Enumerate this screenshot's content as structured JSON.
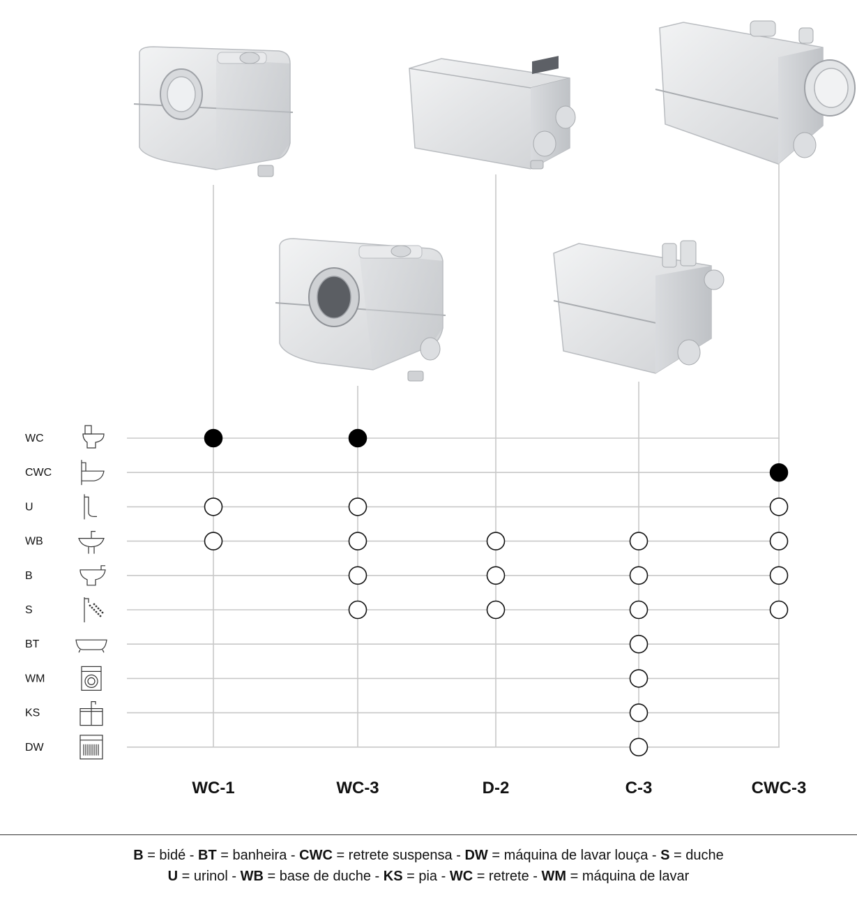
{
  "rows": [
    {
      "code": "WC",
      "icon": "toilet-icon"
    },
    {
      "code": "CWC",
      "icon": "wall-hung-toilet-icon"
    },
    {
      "code": "U",
      "icon": "urinal-icon"
    },
    {
      "code": "WB",
      "icon": "washbasin-icon"
    },
    {
      "code": "B",
      "icon": "bidet-icon"
    },
    {
      "code": "S",
      "icon": "shower-icon"
    },
    {
      "code": "BT",
      "icon": "bathtub-icon"
    },
    {
      "code": "WM",
      "icon": "washing-machine-icon"
    },
    {
      "code": "KS",
      "icon": "kitchen-sink-icon"
    },
    {
      "code": "DW",
      "icon": "dishwasher-icon"
    }
  ],
  "columns": [
    {
      "model": "WC-1",
      "image": "lifting-unit-wc1-image"
    },
    {
      "model": "WC-3",
      "image": "lifting-unit-wc3-image"
    },
    {
      "model": "D-2",
      "image": "lifting-unit-d2-image"
    },
    {
      "model": "C-3",
      "image": "lifting-unit-c3-image"
    },
    {
      "model": "CWC-3",
      "image": "lifting-unit-cwc3-image"
    }
  ],
  "connections": {
    "WC-1": {
      "filled": [
        "WC"
      ],
      "open": [
        "U",
        "WB"
      ]
    },
    "WC-3": {
      "filled": [
        "WC"
      ],
      "open": [
        "U",
        "WB",
        "B",
        "S"
      ]
    },
    "D-2": {
      "filled": [],
      "open": [
        "WB",
        "B",
        "S"
      ]
    },
    "C-3": {
      "filled": [],
      "open": [
        "WB",
        "B",
        "S",
        "BT",
        "WM",
        "KS",
        "DW"
      ]
    },
    "CWC-3": {
      "filled": [
        "CWC"
      ],
      "open": [
        "U",
        "WB",
        "B",
        "S"
      ]
    }
  },
  "legend": {
    "line1": [
      {
        "code": "B",
        "text": "bidé"
      },
      {
        "code": "BT",
        "text": "banheira"
      },
      {
        "code": "CWC",
        "text": "retrete suspensa"
      },
      {
        "code": "DW",
        "text": "máquina de lavar louça"
      },
      {
        "code": "S",
        "text": "duche"
      }
    ],
    "line2": [
      {
        "code": "U",
        "text": "urinol"
      },
      {
        "code": "WB",
        "text": "base de duche"
      },
      {
        "code": "KS",
        "text": "pia"
      },
      {
        "code": "WC",
        "text": "retrete"
      },
      {
        "code": "WM",
        "text": "máquina de lavar"
      }
    ],
    "equals": "=",
    "separator": "-"
  },
  "colors": {
    "line": "#c8c8c8",
    "filled_dot": "#000000",
    "open_dot_stroke": "#111111",
    "unit_body": "#e6e7e9"
  }
}
